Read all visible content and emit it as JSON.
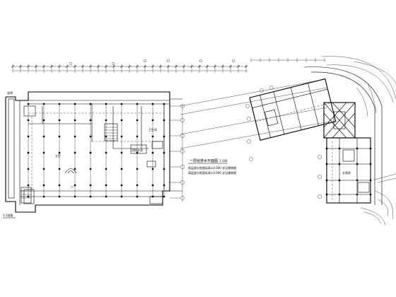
{
  "drawing": {
    "plan_title": "一层给排水平面图",
    "plan_scale": "1:100",
    "note_line_1": "低层部分地面标高±0.000 详见建筑图",
    "note_line_2": "高层部分地面标高±0.000 详见建筑图",
    "left_corner_label": "1-1剖面",
    "left_top_label": "说明",
    "hall_label": "大厅",
    "room_label_1": "卫生间",
    "room_label_2": "消防水池",
    "room_label_3": "水泵房"
  },
  "colors": {
    "ink": "#000000",
    "paper": "#ffffff"
  }
}
